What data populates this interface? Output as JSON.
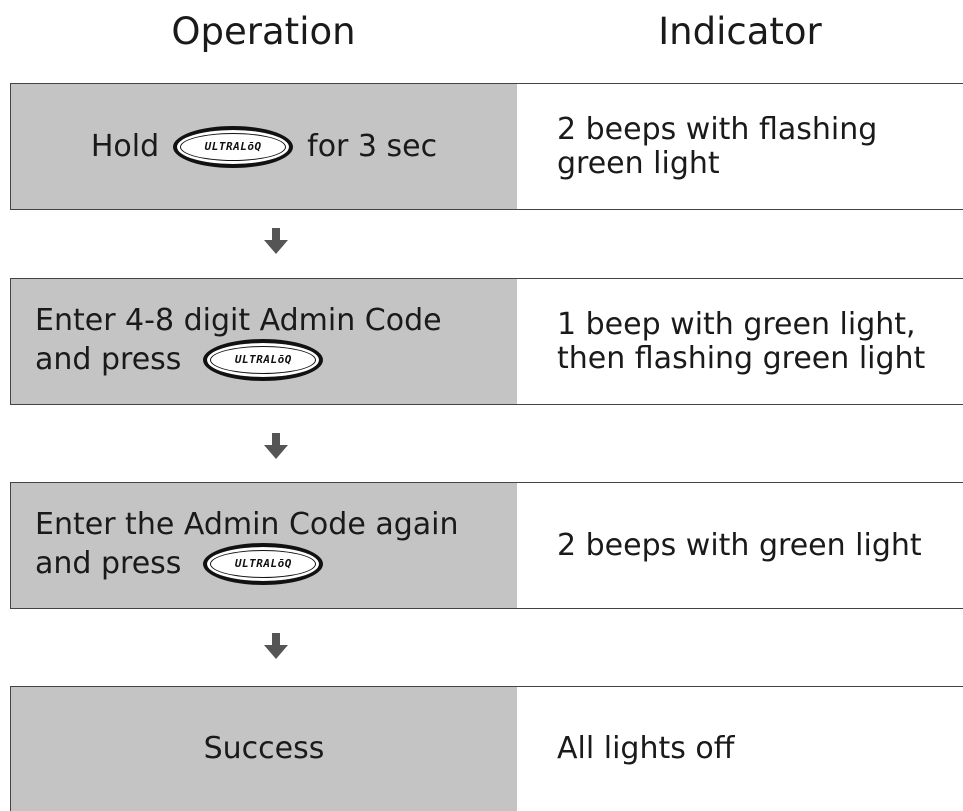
{
  "headers": {
    "operation": "Operation",
    "indicator": "Indicator"
  },
  "button_logo_text": "ULTRALōQ",
  "steps": [
    {
      "operation": {
        "before": "Hold",
        "after": "for 3 sec"
      },
      "indicator": [
        "2 beeps with flashing",
        "green light"
      ]
    },
    {
      "operation": {
        "line1": "Enter 4-8 digit Admin Code",
        "line2": "and press"
      },
      "indicator": [
        "1 beep with green light,",
        "then flashing green light"
      ]
    },
    {
      "operation": {
        "line1": "Enter the Admin Code again",
        "line2": "and press"
      },
      "indicator": [
        "2 beeps with green light"
      ]
    },
    {
      "operation": {
        "text": "Success"
      },
      "indicator": [
        "All lights off"
      ]
    }
  ],
  "colors": {
    "operation_cell_bg": "#c4c4c4",
    "indicator_cell_bg": "#ffffff",
    "arrow": "#555555"
  },
  "icons": [
    "ultraloq-button-icon",
    "down-arrow-icon"
  ]
}
